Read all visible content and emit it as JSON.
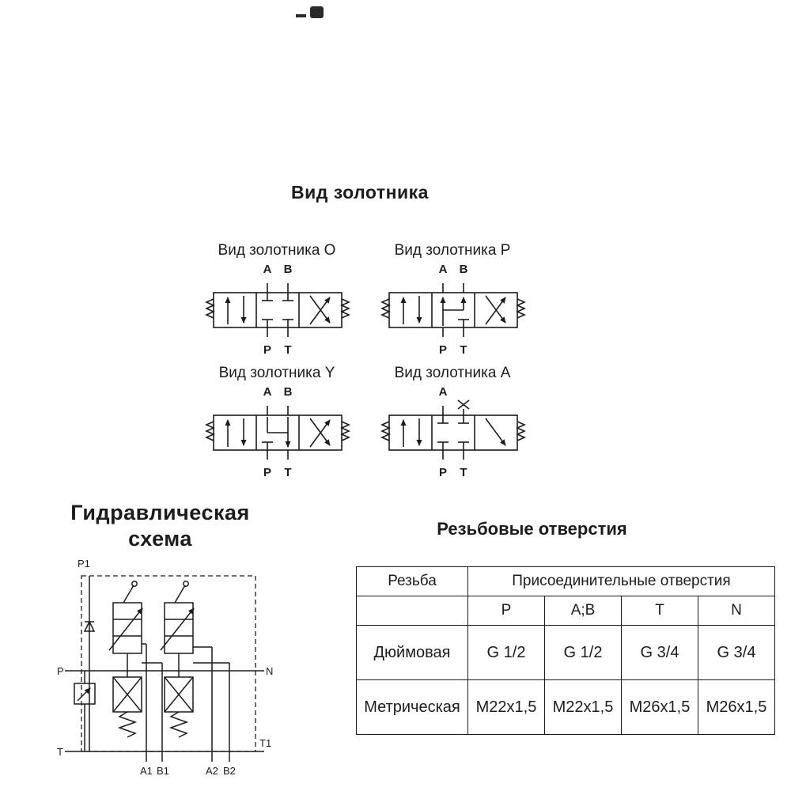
{
  "colors": {
    "ink": "#1c1c1c",
    "background": "#ffffff"
  },
  "spool": {
    "title": "Вид золотника",
    "valves": [
      {
        "title": "Вид золотника O",
        "ports_top": [
          "A",
          "B"
        ],
        "ports_bottom": [
          "P",
          "T"
        ]
      },
      {
        "title": "Вид золотника P",
        "ports_top": [
          "A",
          "B"
        ],
        "ports_bottom": [
          "P",
          "T"
        ]
      },
      {
        "title": "Вид золотника Y",
        "ports_top": [
          "A",
          "B"
        ],
        "ports_bottom": [
          "P",
          "T"
        ]
      },
      {
        "title": "Вид золотника А",
        "ports_top": [
          "A"
        ],
        "ports_bottom": [
          "P",
          "T"
        ]
      }
    ]
  },
  "hydraulic": {
    "title_line1": "Гидравлическая",
    "title_line2": "схема",
    "labels": {
      "p1": "P1",
      "p": "P",
      "n": "N",
      "t": "T",
      "t1": "T1",
      "a1": "A1",
      "b1": "B1",
      "a2": "A2",
      "b2": "B2"
    }
  },
  "threads": {
    "title": "Резьбовые отверстия",
    "header_thread": "Резьба",
    "header_span": "Присоединительные отверстия",
    "port_columns": [
      "P",
      "A;B",
      "T",
      "N"
    ],
    "rows": [
      {
        "label": "Дюймовая",
        "values": [
          "G 1/2",
          "G 1/2",
          "G 3/4",
          "G 3/4"
        ]
      },
      {
        "label": "Метрическая",
        "values": [
          "M22x1,5",
          "M22x1,5",
          "M26x1,5",
          "M26x1,5"
        ]
      }
    ]
  }
}
